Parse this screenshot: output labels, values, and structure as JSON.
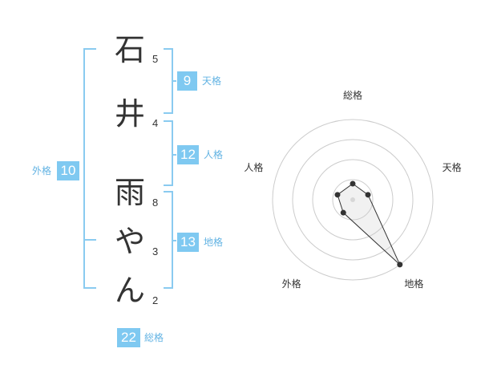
{
  "name_chars": [
    {
      "char": "石",
      "strokes": "5"
    },
    {
      "char": "井",
      "strokes": "4"
    },
    {
      "char": "雨",
      "strokes": "8"
    },
    {
      "char": "や",
      "strokes": "3"
    },
    {
      "char": "ん",
      "strokes": "2"
    }
  ],
  "fortunes": {
    "tenkaku": {
      "value": "9",
      "label": "天格"
    },
    "jinkaku": {
      "value": "12",
      "label": "人格"
    },
    "chikaku": {
      "value": "13",
      "label": "地格"
    },
    "gaikaku": {
      "value": "10",
      "label": "外格"
    },
    "soukaku": {
      "value": "22",
      "label": "総格"
    }
  },
  "colors": {
    "accent": "#7fc9f1",
    "accent_text": "#62b3e3",
    "ring": "#cccccc",
    "line": "#333333"
  },
  "chart_data": {
    "type": "radar",
    "axes": [
      "総格",
      "天格",
      "地格",
      "外格",
      "人格"
    ],
    "values": [
      0.2,
      0.2,
      1.0,
      0.2,
      0.2
    ],
    "range": [
      0,
      1
    ],
    "rings": 4
  }
}
